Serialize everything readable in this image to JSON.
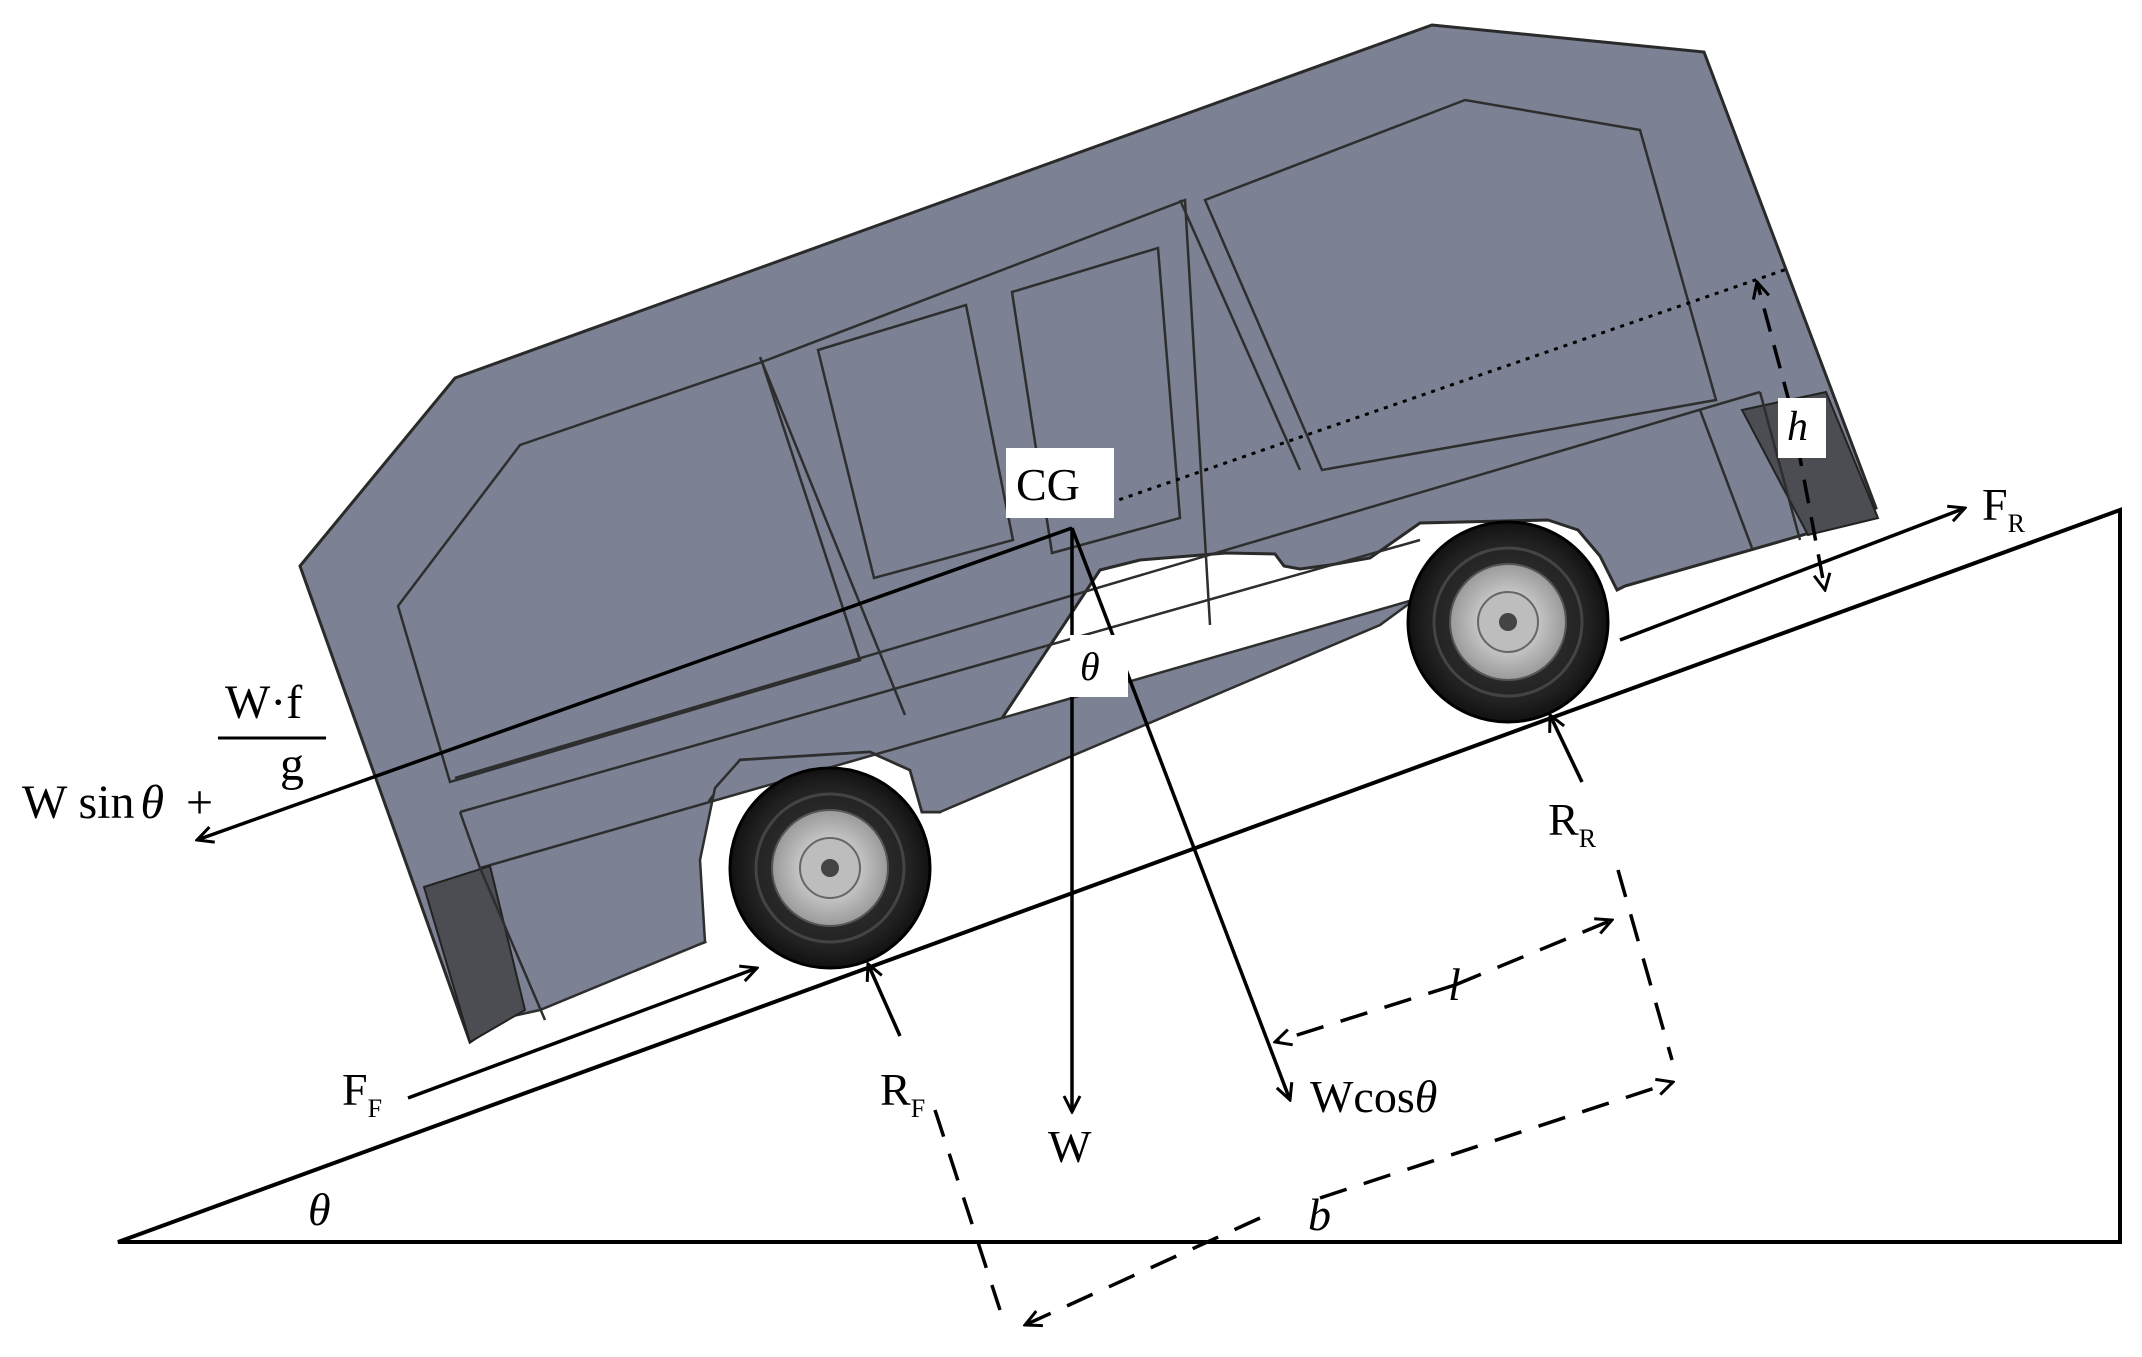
{
  "labels": {
    "cg": "CG",
    "theta_center": "θ",
    "theta_ground": "θ",
    "h": "h",
    "l": "l",
    "b": "b",
    "W": "W",
    "wcos_prefix": "Wcos",
    "wcos_theta": "θ",
    "F": "F",
    "F_front_sub": "F",
    "F_rear_sub": "R",
    "R": "R",
    "R_front_sub": "F",
    "R_rear_sub": "R",
    "inertia_prefix": "W sin",
    "inertia_theta": "θ",
    "inertia_plus": "+",
    "inertia_num": "W·f",
    "inertia_den": "g"
  },
  "colors": {
    "van_body": "#7c8293",
    "bumper": "#4b4d52",
    "tire": "#1c1c1c",
    "hub": "#c8c8c8"
  }
}
